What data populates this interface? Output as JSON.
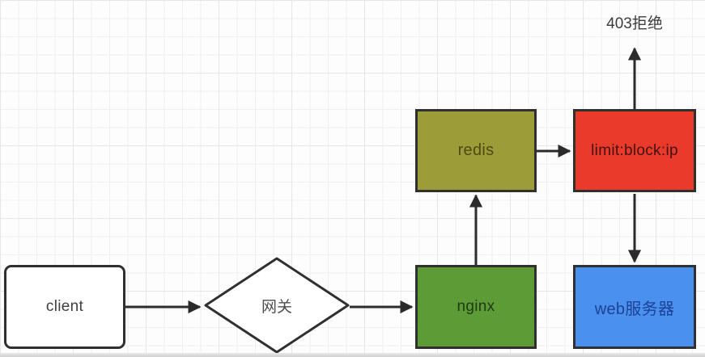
{
  "diagram": {
    "description": "rate-limit flow diagram",
    "background": "#fdfdfd",
    "grid_color": "#e6e6e6",
    "line_color": "#2b2b2b",
    "border_color": "#303030"
  },
  "nodes": {
    "client": {
      "label": "client",
      "shape": "rounded-rectangle",
      "fill": "#ffffff",
      "text_color": "#404040"
    },
    "gateway": {
      "label": "网关",
      "shape": "diamond",
      "fill": "#ffffff",
      "text_color": "#4d4d4d"
    },
    "nginx": {
      "label": "nginx",
      "shape": "rectangle",
      "fill": "#5c9b36",
      "text_color": "#203a11"
    },
    "redis": {
      "label": "redis",
      "shape": "rectangle",
      "fill": "#9c9d38",
      "text_color": "#4f4a15"
    },
    "limit_block_ip": {
      "label": "limit:block:ip",
      "shape": "rectangle",
      "fill": "#e93a2b",
      "text_color": "#421410"
    },
    "web_server": {
      "label": "web服务器",
      "shape": "rectangle",
      "fill": "#4a90ee",
      "text_color": "#1d4296"
    }
  },
  "annotations": {
    "reject_403": {
      "label": "403拒绝",
      "text_color": "#3c3c3c"
    }
  },
  "edges": [
    {
      "from": "client",
      "to": "gateway"
    },
    {
      "from": "gateway",
      "to": "nginx"
    },
    {
      "from": "nginx",
      "to": "redis"
    },
    {
      "from": "redis",
      "to": "limit_block_ip"
    },
    {
      "from": "limit_block_ip",
      "to": "reject_403"
    },
    {
      "from": "limit_block_ip",
      "to": "web_server"
    }
  ]
}
